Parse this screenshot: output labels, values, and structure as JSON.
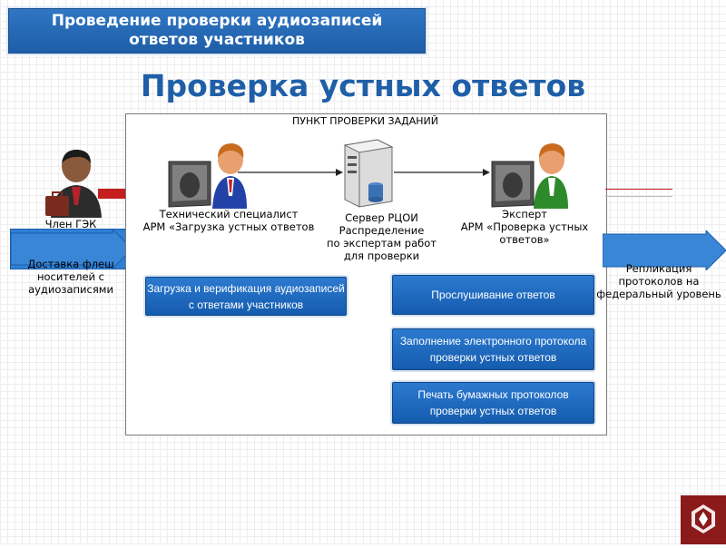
{
  "header": {
    "line1": "Проведение проверки аудиозаписей",
    "line2": "ответов участников"
  },
  "title": "Проверка устных ответов",
  "frame_title": "ПУНКТ ПРОВЕРКИ ЗАДАНИЙ",
  "actors": {
    "gek": {
      "label": "Член ГЭК"
    },
    "tech": {
      "line1": "Технический специалист",
      "line2": "АРМ «Загрузка устных ответов"
    },
    "server": {
      "line1": "Сервер РЦОИ",
      "line2": "Распределение",
      "line3": "по экспертам работ",
      "line4": "для проверки"
    },
    "expert": {
      "line1": "Эксперт",
      "line2": "АРМ «Проверка устных",
      "line3": "ответов»"
    }
  },
  "side": {
    "delivery": {
      "line1": "Доставка флеш",
      "line2": "носителей с",
      "line3": "аудиозаписями"
    },
    "replication": {
      "line1": "Репликация",
      "line2": "протоколов на",
      "line3": "федеральный уровень"
    }
  },
  "buttons": {
    "upload": {
      "line1": "Загрузка и верификация аудиозаписей",
      "line2": "с ответами участников"
    },
    "listen": {
      "line1": "Прослушивание ответов"
    },
    "fill": {
      "line1": "Заполнение электронного протокола",
      "line2": "проверки устных ответов"
    },
    "print": {
      "line1": "Печать бумажных протоколов",
      "line2": "проверки устных ответов"
    }
  },
  "icons": {
    "gek": "person-with-briefcase-icon",
    "tech": "person-at-monitor-icon",
    "server": "server-with-database-icon",
    "expert": "person-at-monitor-icon",
    "logo": "hexagon-logo-icon"
  },
  "colors": {
    "accent": "#1f5fa8",
    "button": "#1e66ba",
    "red": "#c41e1e"
  }
}
